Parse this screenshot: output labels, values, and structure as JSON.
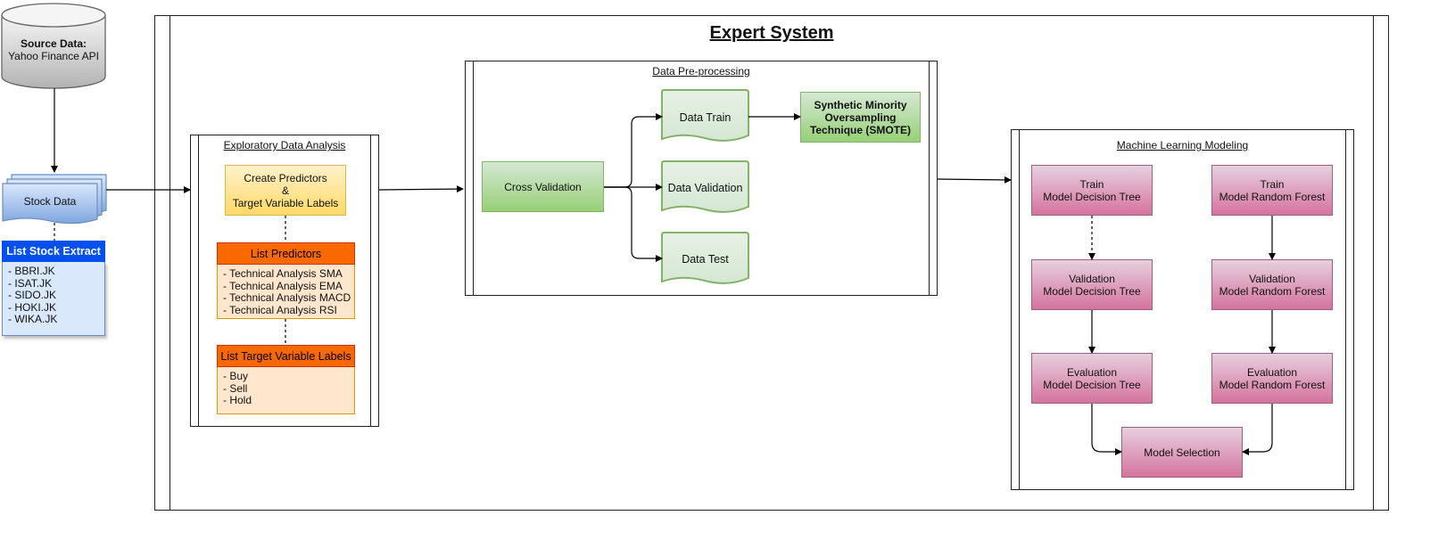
{
  "source": {
    "title": "Source Data:",
    "subtitle": "Yahoo Finance API"
  },
  "stock_data": {
    "label": "Stock Data"
  },
  "stock_list": {
    "header": "List Stock Extract",
    "items": [
      "- BBRI.JK",
      "- ISAT.JK",
      "- SIDO.JK",
      "- HOKI.JK",
      "- WIKA.JK"
    ]
  },
  "expert_system": {
    "title": "Expert System"
  },
  "eda": {
    "title": "Exploratory Data Analysis",
    "create_predictors": "Create Predictors\n&\nTarget Variable Labels",
    "predictors_header": "List Predictors",
    "predictors": [
      "- Technical Analysis SMA",
      "- Technical Analysis EMA",
      "- Technical Analysis MACD",
      "- Technical Analysis RSI"
    ],
    "targets_header": "List Target Variable Labels",
    "targets": [
      "- Buy",
      "- Sell",
      "- Hold"
    ]
  },
  "preprocessing": {
    "title": "Data Pre-processing",
    "cross_validation": "Cross Validation",
    "data_train": "Data Train",
    "data_validation": "Data Validation",
    "data_test": "Data Test",
    "smote": "Synthetic Minority\nOversampling\nTechnique (SMOTE)"
  },
  "ml": {
    "title": "Machine Learning Modeling",
    "train_dt": "Train\nModel Decision Tree",
    "train_rf": "Train\nModel Random Forest",
    "val_dt": "Validation\nModel Decision Tree",
    "val_rf": "Validation\nModel Random Forest",
    "eval_dt": "Evaluation\nModel Decision Tree",
    "eval_rf": "Evaluation\nModel Random Forest",
    "selection": "Model Selection"
  },
  "colors": {
    "green": "#97d077",
    "pink": "#d5739d",
    "yellow": "#ffd966",
    "orange": "#fa6800",
    "blue": "#0050ef"
  }
}
